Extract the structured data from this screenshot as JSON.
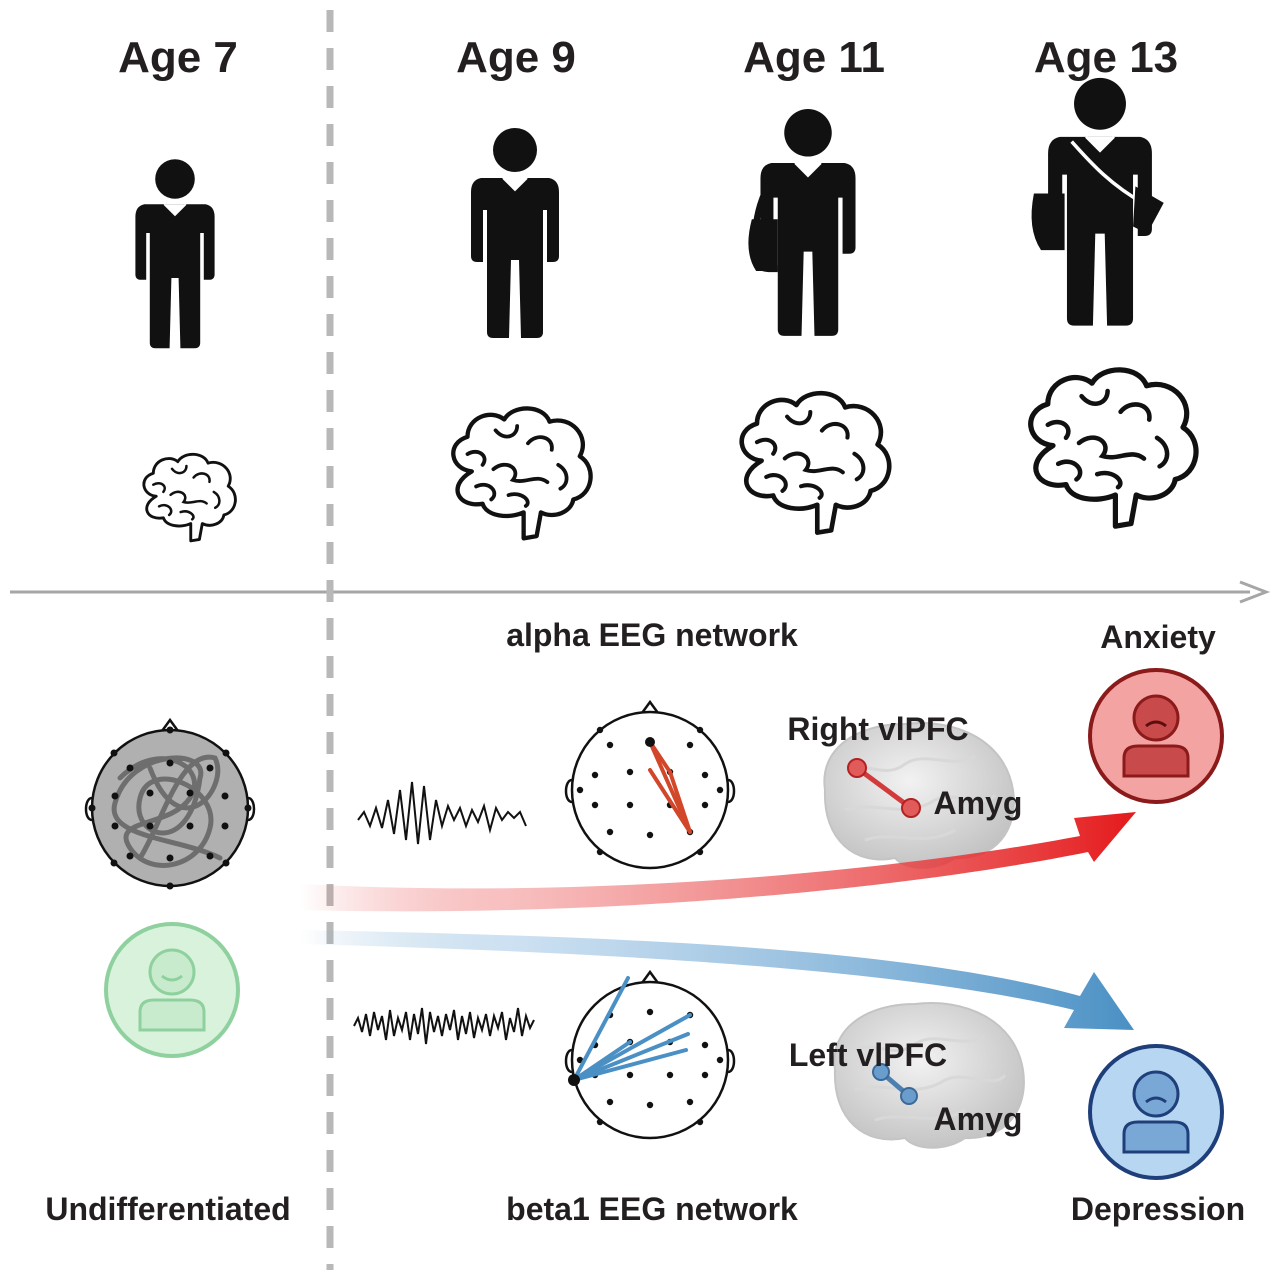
{
  "ages": [
    "Age 7",
    "Age 9",
    "Age 11",
    "Age 13"
  ],
  "networks": {
    "alpha": "alpha EEG network",
    "beta1": "beta1 EEG network"
  },
  "regions": {
    "right_vlpfc": "Right vlPFC",
    "left_vlpfc": "Left vlPFC",
    "amyg_top": "Amyg",
    "amyg_bottom": "Amyg"
  },
  "outcomes": {
    "start": "Undifferentiated",
    "anxiety": "Anxiety",
    "depression": "Depression"
  },
  "colors": {
    "anxiety": "#e41a1c",
    "depression": "#4a90c4",
    "neutral": "#8fd19e",
    "divider": "#b8b8b8"
  },
  "icons": {
    "child_figures": [
      "person-icon",
      "person-icon",
      "person-with-bag-icon",
      "person-with-bag-icon"
    ],
    "brains": "brain-icon",
    "scalp": "eeg-head-map-icon",
    "face_neutral": "smiling-face-icon",
    "face_anxiety": "sad-face-icon",
    "face_depression": "sad-face-icon"
  }
}
